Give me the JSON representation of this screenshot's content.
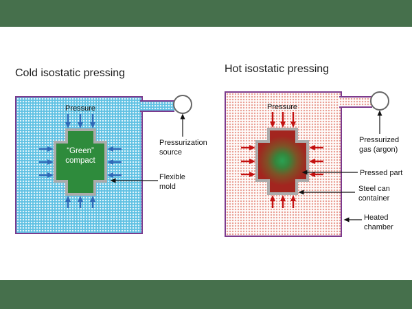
{
  "colors": {
    "letterbox": "#46704C",
    "chamber_border": "#7C3A8D",
    "cold_fill": "#60C1E3",
    "cold_arrow": "#3069B8",
    "hot_arrow": "#C41111",
    "mold_gray": "#ABABAB",
    "green_compact": "#2E8B3C",
    "pressed_red": "#A3251F",
    "text": "#1A1A1A"
  },
  "cold": {
    "title": "Cold isostatic pressing",
    "pressure": "Pressure",
    "compact": "“Green”\ncompact",
    "source_label": "Pressurization\nsource",
    "mold_label": "Flexible\nmold"
  },
  "hot": {
    "title": "Hot isostatic pressing",
    "pressure": "Pressure",
    "gas_label": "Pressurized\ngas (argon)",
    "part_label": "Pressed part",
    "can_label": "Steel can\ncontainer",
    "chamber_label": "Heated\nchamber"
  }
}
